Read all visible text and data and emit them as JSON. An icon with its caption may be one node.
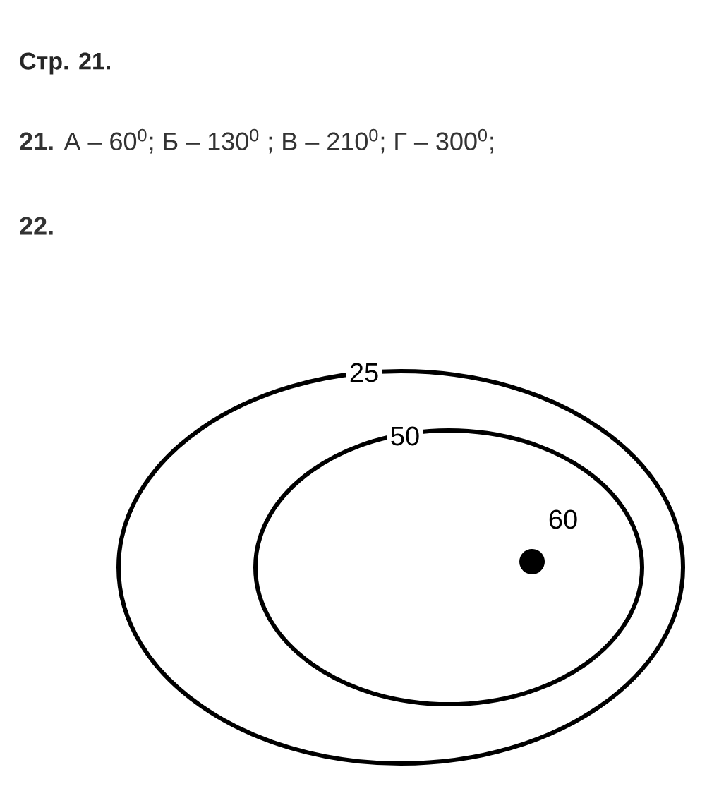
{
  "diagram": {
    "title": "Стр. 21.",
    "nodes": [
      {
        "text": [
          "25"
        ]
      },
      {
        "text": [
          "50"
        ],
        "in": 0
      },
      {
        "text": [],
        "shape": "circle",
        "beside": [
          "60"
        ],
        "in": 1
      }
    ],
    "labels": [
      "**21.** А – 60$^{0}$; Б – 130$^{0}$ ; В – 210$^{0}$; Г – 300$^{0}$;",
      "22."
    ]
  }
}
